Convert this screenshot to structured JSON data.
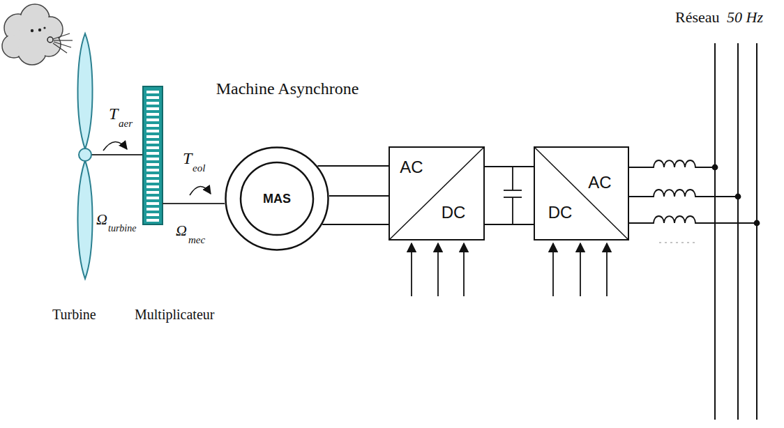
{
  "diagram": {
    "nodes": [
      {
        "text": [
          "Machine Asynchrone",
          "MAS"
        ]
      },
      {
        "text": [
          "AC",
          "DC"
        ]
      },
      {
        "text": [
          "DC",
          "AC"
        ]
      }
    ],
    "edges": [
      {
        "from": 0,
        "to": 1,
        "arrow": "none"
      },
      {
        "from": 1,
        "to": 2,
        "arrow": "none"
      }
    ],
    "labels": [
      "Réseau",
      "50 Hz",
      "T",
      "aer",
      "T",
      "eol",
      "Ω",
      "turbine",
      "Ω",
      "mec",
      "Turbine",
      "Multiplicateur"
    ]
  }
}
